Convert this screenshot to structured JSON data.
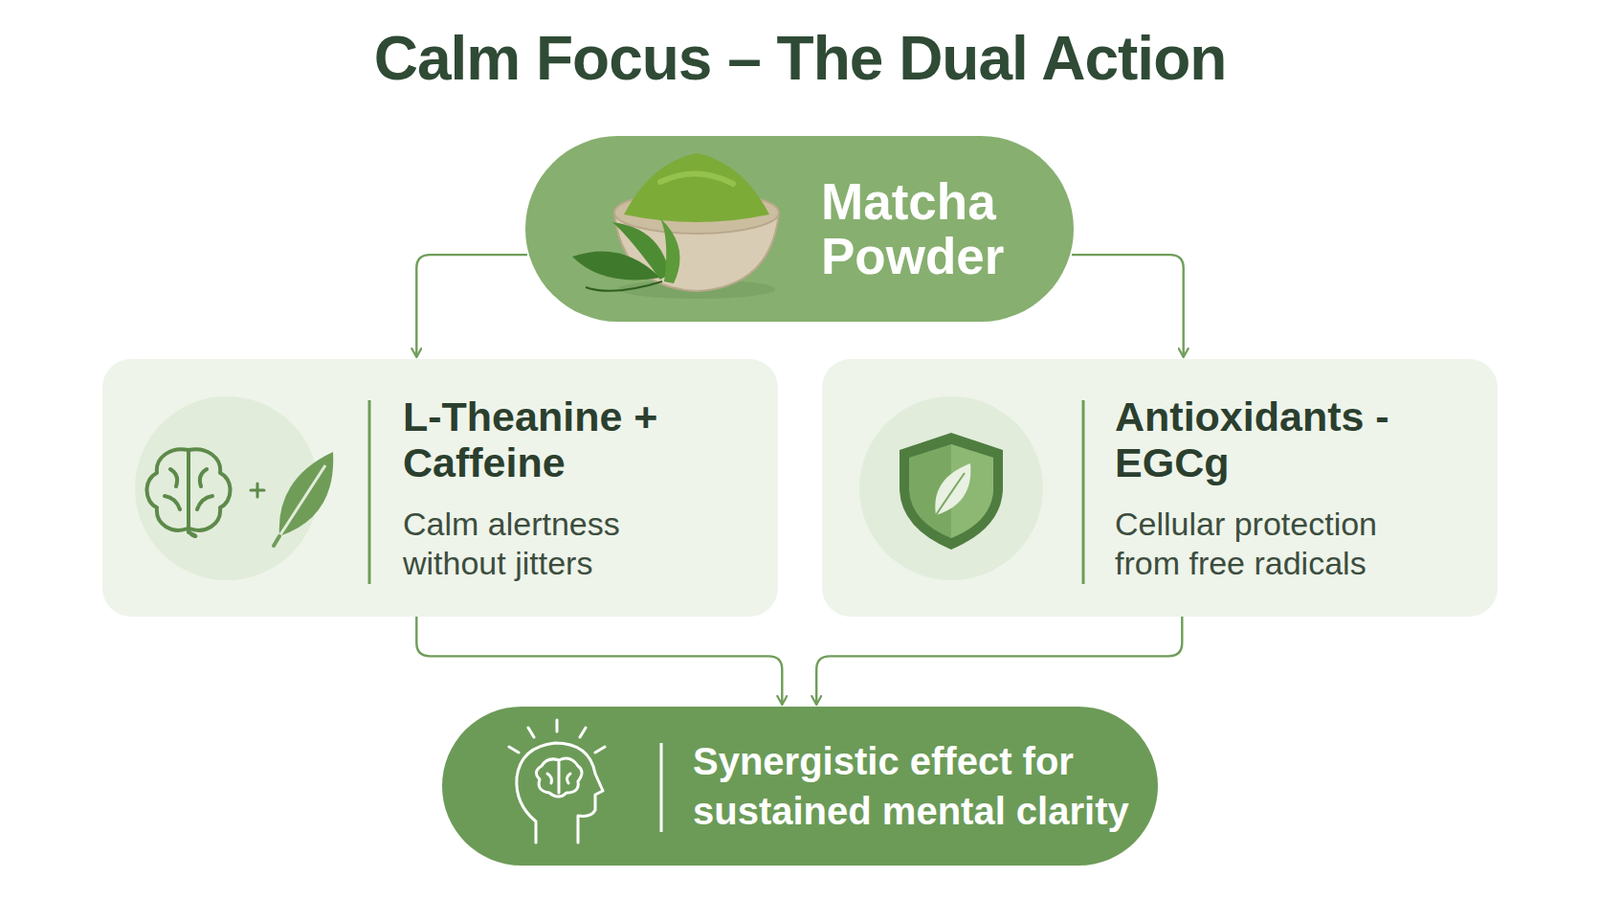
{
  "diagram": {
    "title": "Calm Focus – The Dual Action",
    "nodes": [
      {
        "text": [
          "Matcha Powder"
        ]
      },
      {
        "text": [
          "L-Theanine + Caffeine",
          "Calm alertness without jitters"
        ]
      },
      {
        "text": [
          "Antioxidants - EGCg",
          "Cellular protection from free radicals"
        ]
      },
      {
        "text": [
          "Synergistic effect for sustained mental clarity"
        ]
      }
    ],
    "edges": [
      {
        "from": 0,
        "to": 1,
        "arrow": "to"
      },
      {
        "from": 0,
        "to": 2,
        "arrow": "to"
      },
      {
        "from": 1,
        "to": 3,
        "arrow": "to"
      },
      {
        "from": 2,
        "to": 3,
        "arrow": "to"
      }
    ]
  }
}
